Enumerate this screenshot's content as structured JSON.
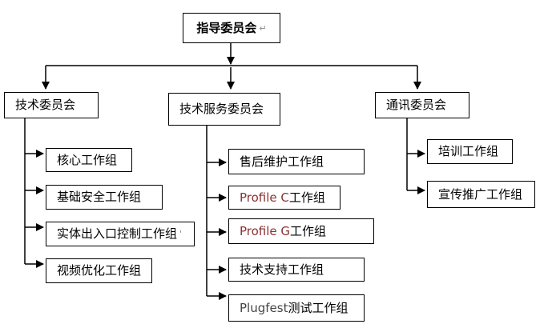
{
  "org": {
    "root": {
      "title": "指导委员会",
      "mark": "↵"
    },
    "committees": [
      {
        "title": "技术委员会"
      },
      {
        "title": "技术服务委员会"
      },
      {
        "title": "通讯委员会"
      }
    ],
    "tech_groups": [
      {
        "title": "核心工作组"
      },
      {
        "title": "基础安全工作组"
      },
      {
        "title": "实体出入口控制工作组",
        "mark": "'"
      },
      {
        "title": "视频优化工作组"
      }
    ],
    "service_groups": [
      {
        "prefix": "",
        "title": "售后维护工作组"
      },
      {
        "prefix": "Profile C",
        "title": " 工作组"
      },
      {
        "prefix": "Profile G",
        "title": " 工作组"
      },
      {
        "prefix": "",
        "title": "技术支持工作组"
      },
      {
        "prefix": "Plugfest",
        "title": " 测试工作组"
      }
    ],
    "comm_groups": [
      {
        "title": "培训工作组"
      },
      {
        "title": "宣传推广工作组"
      }
    ]
  },
  "colors": {
    "box_border": "#000000",
    "text": "#000000",
    "latin_red": "#8b3232",
    "latin_dark": "#454545",
    "mark_gray": "#8a8a8a"
  }
}
